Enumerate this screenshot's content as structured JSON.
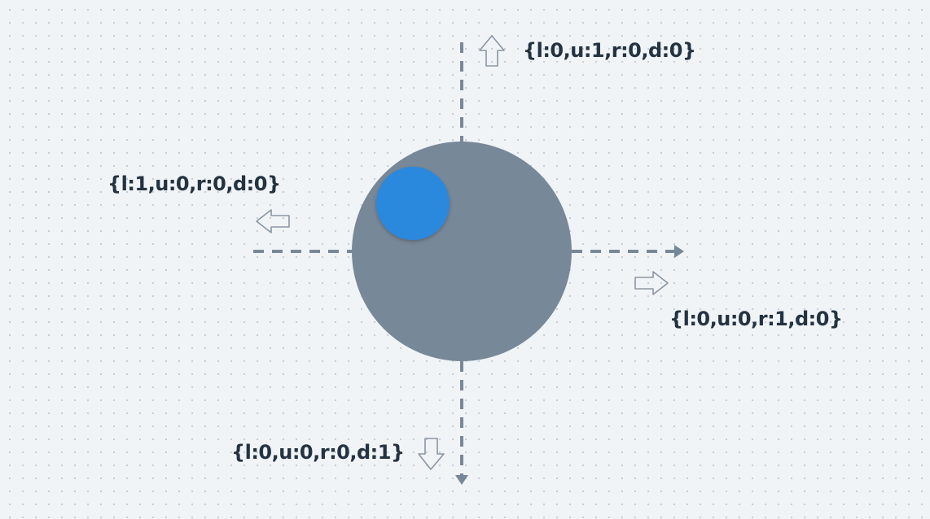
{
  "colors": {
    "axis": "#778898",
    "joystick_base": "#778898",
    "joystick_knob": "#2b88dd",
    "arrow_outline": "#8a96a3",
    "label_text": "#243342"
  },
  "directions": {
    "up": {
      "icon": "up-arrow-icon",
      "label": "{l:0,u:1,r:0,d:0}"
    },
    "left": {
      "icon": "left-arrow-icon",
      "label": "{l:1,u:0,r:0,d:0}"
    },
    "right": {
      "icon": "right-arrow-icon",
      "label": "{l:0,u:0,r:1,d:0}"
    },
    "down": {
      "icon": "down-arrow-icon",
      "label": "{l:0,u:0,r:0,d:1}"
    }
  }
}
